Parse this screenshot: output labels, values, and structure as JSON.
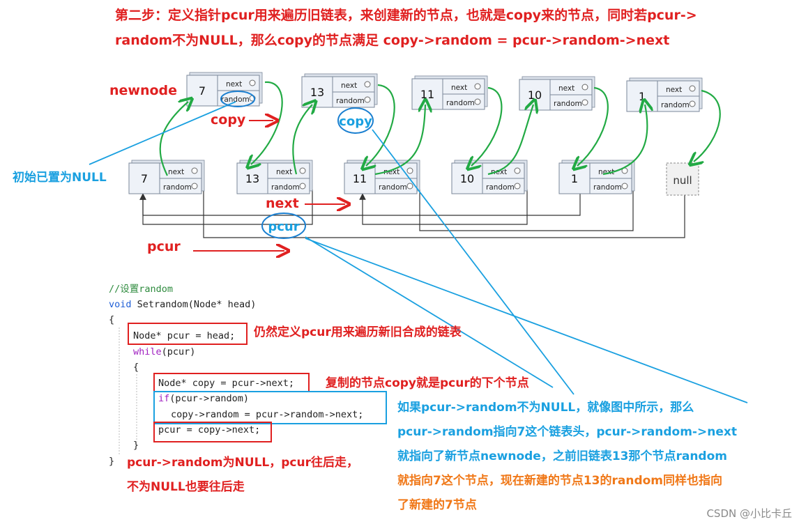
{
  "heading": {
    "line1": "第二步：定义指针pcur用来遍历旧链表，来创建新的节点，也就是copy来的节点，同时若pcur->",
    "line2": "random不为NULL，那么copy的节点满足 copy->random = pcur->random->next"
  },
  "node_fields": {
    "next": "next",
    "random": "random"
  },
  "new_nodes": [
    "7",
    "13",
    "11",
    "10",
    "1"
  ],
  "old_nodes": [
    "7",
    "13",
    "11",
    "10",
    "1"
  ],
  "null_label": "null",
  "labels": {
    "newnode": "newnode",
    "copy_left": "copy",
    "copy_circle": "copy",
    "init_null": "初始已置为NULL",
    "next": "next",
    "pcur_circle": "pcur",
    "pcur_left": "pcur"
  },
  "code": {
    "comment": "//设置random",
    "signature_kw": "void",
    "signature_rest": " Setrandom(Node* head)",
    "open_brace": "{",
    "line_pcur": "Node* pcur = head;",
    "while_kw": "while",
    "while_rest": "(pcur)",
    "inner_open": "{",
    "line_copy": "Node* copy = pcur->next;",
    "if_kw": "if",
    "if_rest": "(pcur->random)",
    "line_assign": "copy->random = pcur->random->next;",
    "line_advance": "pcur = copy->next;",
    "inner_close": "}",
    "close_brace": "}"
  },
  "notes": {
    "pcur_define": "仍然定义pcur用来遍历新旧合成的链表",
    "copy_next": "复制的节点copy就是pcur的下个节点",
    "random_null_1": "pcur->random为NULL，pcur往后走，",
    "random_null_2": "不为NULL也要往后走",
    "explain_1": "如果pcur->random不为NULL，就像图中所示，那么",
    "explain_2": "pcur->random指向7这个链表头，pcur->random->next",
    "explain_3": "就指向了新节点newnode，之前旧链表13那个节点random",
    "explain_4": "就指向7这个节点，现在新建的节点13的random同样也指向",
    "explain_5": "了新建的7节点"
  },
  "watermark": "CSDN @小比卡丘",
  "colors": {
    "red": "#e02020",
    "blue": "#1aa0e0",
    "green": "#22aa44",
    "orange": "#f07818",
    "node_fill": "#eef2f8",
    "node_stroke": "#7a8799"
  }
}
